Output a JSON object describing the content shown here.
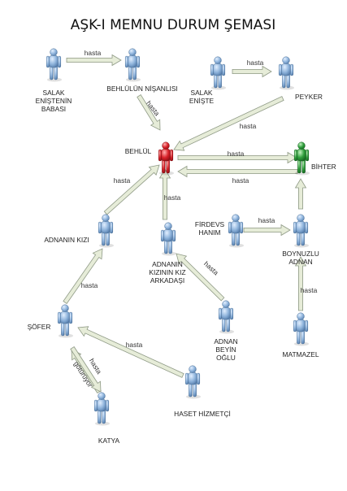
{
  "title": "AŞK-I MEMNU DURUM ŞEMASI",
  "colors": {
    "default_person": "#8fb4dc",
    "highlight_red": "#d8222a",
    "highlight_green": "#2e9e3b",
    "arrow_fill": "#e6ecd8"
  },
  "nodes": {
    "salak_enistenin_babasi": {
      "lines": [
        "SALAK",
        "ENİŞTENİN",
        "BABASI"
      ],
      "color": "blue"
    },
    "behlulun_nisanlisi": {
      "lines": [
        "BEHLÜLÜN NİŞANLISI"
      ],
      "color": "blue"
    },
    "salak_eniste": {
      "lines": [
        "SALAK",
        "ENİŞTE"
      ],
      "color": "blue"
    },
    "peyker": {
      "lines": [
        "PEYKER"
      ],
      "color": "blue"
    },
    "behlul": {
      "lines": [
        "BEHLÜL"
      ],
      "color": "red"
    },
    "bihter": {
      "lines": [
        "BİHTER"
      ],
      "color": "green"
    },
    "adnanin_kizi": {
      "lines": [
        "ADNANIN KIZI"
      ],
      "color": "blue"
    },
    "adnanin_kizinin_kiz_arkadasi": {
      "lines": [
        "ADNANIN",
        "KIZININ KIZ",
        "ARKADAŞI"
      ],
      "color": "blue"
    },
    "firdevs_hanim": {
      "lines": [
        "FİRDEVS",
        "HANIM"
      ],
      "color": "blue"
    },
    "boynuzlu_adnan": {
      "lines": [
        "BOYNUZLU",
        "ADNAN"
      ],
      "color": "blue"
    },
    "adnan_beyin_oglu": {
      "lines": [
        "ADNAN",
        "BEYİN",
        "OĞLU"
      ],
      "color": "blue"
    },
    "matmazel": {
      "lines": [
        "MATMAZEL"
      ],
      "color": "blue"
    },
    "sofer": {
      "lines": [
        "ŞÖFER"
      ],
      "color": "blue"
    },
    "katya": {
      "lines": [
        "KATYA"
      ],
      "color": "blue"
    },
    "haset_hizmetci": {
      "lines": [
        "HASET HİZMETÇİ"
      ],
      "color": "blue"
    }
  },
  "edges": [
    {
      "from": "salak_enistenin_babasi",
      "to": "behlulun_nisanlisi",
      "label": "hasta"
    },
    {
      "from": "behlulun_nisanlisi",
      "to": "behlul",
      "label": "hasta"
    },
    {
      "from": "salak_eniste",
      "to": "peyker",
      "label": "hasta"
    },
    {
      "from": "peyker",
      "to": "behlul",
      "label": "hasta"
    },
    {
      "from": "behlul",
      "to": "bihter",
      "label": "hasta"
    },
    {
      "from": "bihter",
      "to": "behlul",
      "label": "hasta"
    },
    {
      "from": "adnanin_kizi",
      "to": "behlul",
      "label": "hasta"
    },
    {
      "from": "adnanin_kizinin_kiz_arkadasi",
      "to": "behlul",
      "label": "hasta"
    },
    {
      "from": "firdevs_hanim",
      "to": "boynuzlu_adnan",
      "label": "hasta"
    },
    {
      "from": "boynuzlu_adnan",
      "to": "bihter",
      "label": ""
    },
    {
      "from": "adnan_beyin_oglu",
      "to": "adnanin_kizinin_kiz_arkadasi",
      "label": "hasta"
    },
    {
      "from": "matmazel",
      "to": "boynuzlu_adnan",
      "label": "hasta"
    },
    {
      "from": "sofer",
      "to": "adnanin_kizi",
      "label": "hasta"
    },
    {
      "from": "katya",
      "to": "sofer",
      "label": "hasta"
    },
    {
      "from": "sofer",
      "to": "katya",
      "label": "götürüyor"
    },
    {
      "from": "haset_hizmetci",
      "to": "sofer",
      "label": "hasta"
    }
  ]
}
